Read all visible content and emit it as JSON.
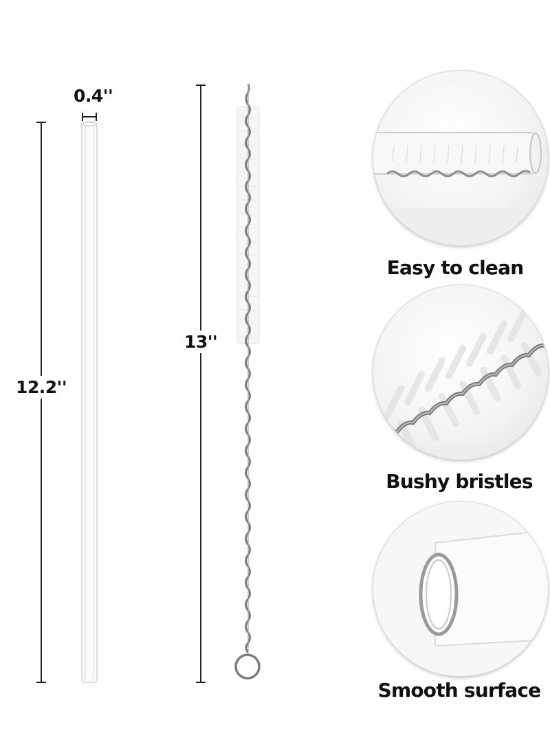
{
  "dimensions": {
    "straw_diameter": "0.4''",
    "straw_length": "12.2''",
    "brush_length": "13''"
  },
  "features": [
    {
      "caption": "Easy to clean",
      "icon": "straw-with-brush-closeup-icon"
    },
    {
      "caption": "Bushy bristles",
      "icon": "bristles-closeup-icon"
    },
    {
      "caption": "Smooth surface",
      "icon": "straw-opening-closeup-icon"
    }
  ],
  "colors": {
    "text": "#111111",
    "wire": "#8a8a8a",
    "glass": "#d8d8d8"
  }
}
